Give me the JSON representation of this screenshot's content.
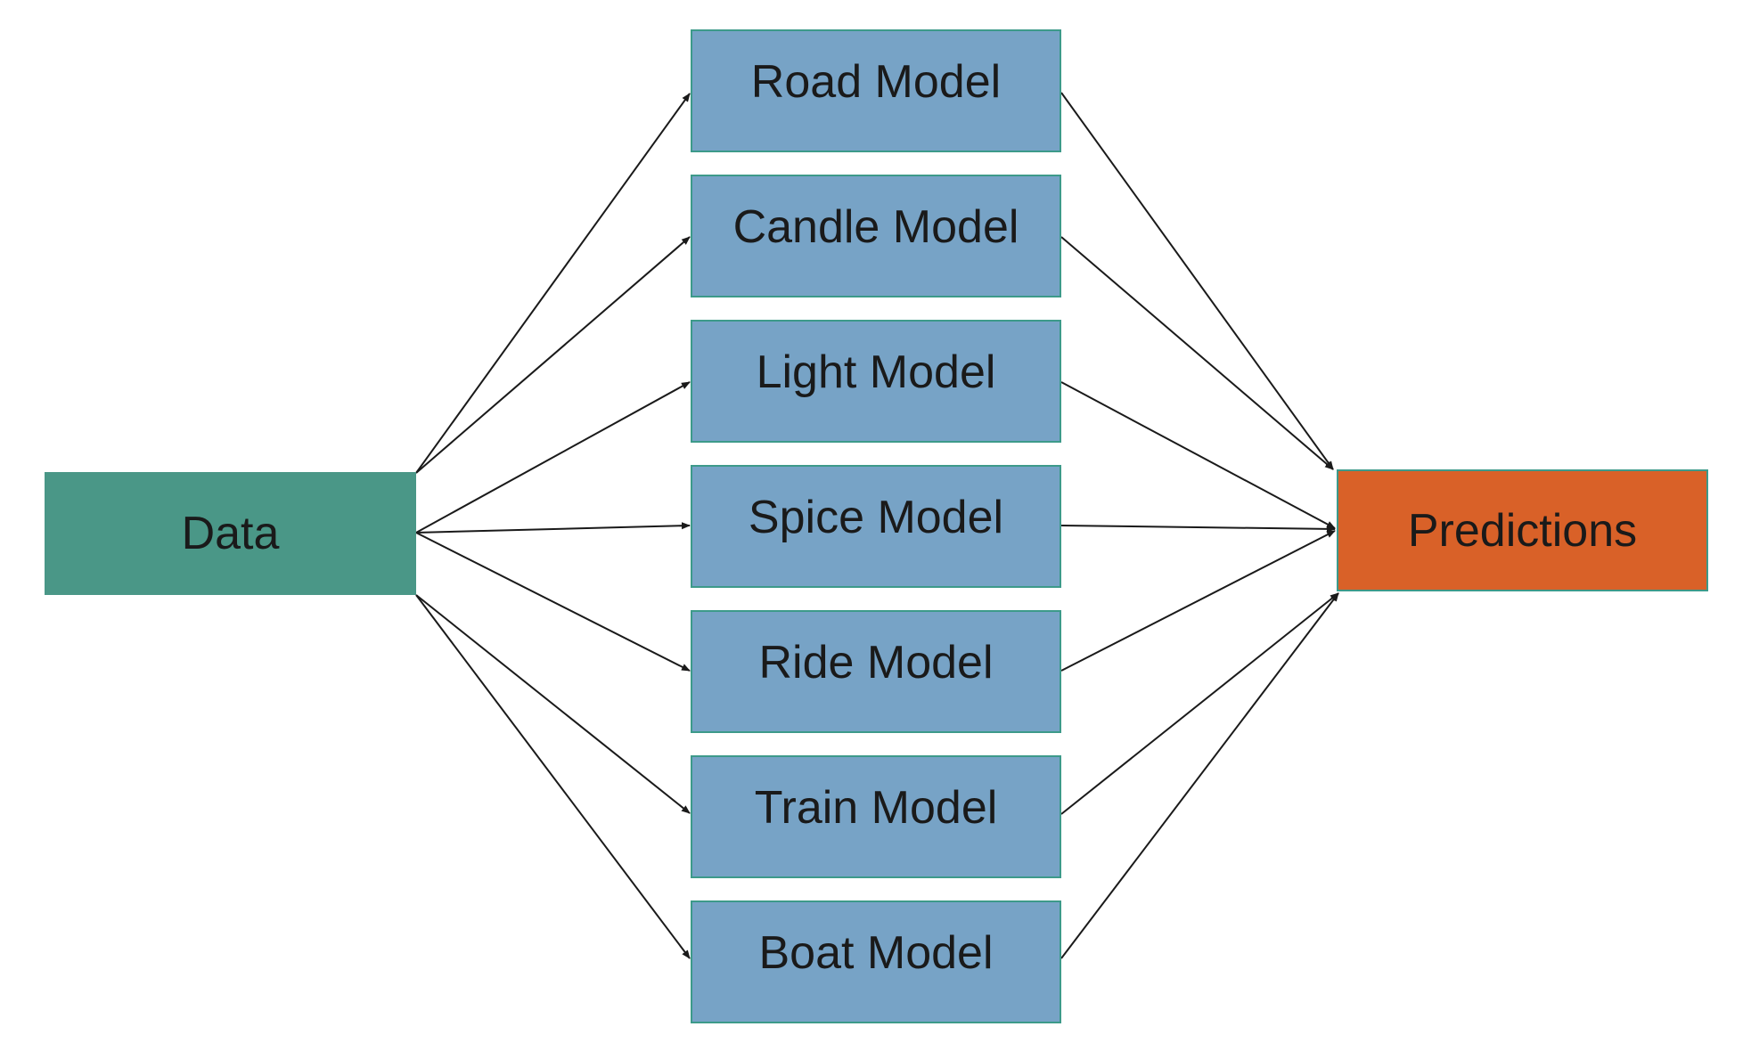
{
  "diagram": {
    "source": {
      "label": "Data",
      "color": "#4a9787"
    },
    "models": [
      {
        "label": "Road Model"
      },
      {
        "label": "Candle Model"
      },
      {
        "label": "Light Model"
      },
      {
        "label": "Spice Model"
      },
      {
        "label": "Ride Model"
      },
      {
        "label": "Train Model"
      },
      {
        "label": "Boat Model"
      }
    ],
    "model_color": "#77a3c6",
    "target": {
      "label": "Predictions",
      "color": "#d96128"
    },
    "edges": {
      "from_source": [
        "Road Model",
        "Candle Model",
        "Light Model",
        "Spice Model",
        "Ride Model",
        "Train Model",
        "Boat Model"
      ],
      "to_target": [
        "Road Model",
        "Candle Model",
        "Light Model",
        "Spice Model",
        "Ride Model",
        "Train Model",
        "Boat Model"
      ]
    }
  }
}
